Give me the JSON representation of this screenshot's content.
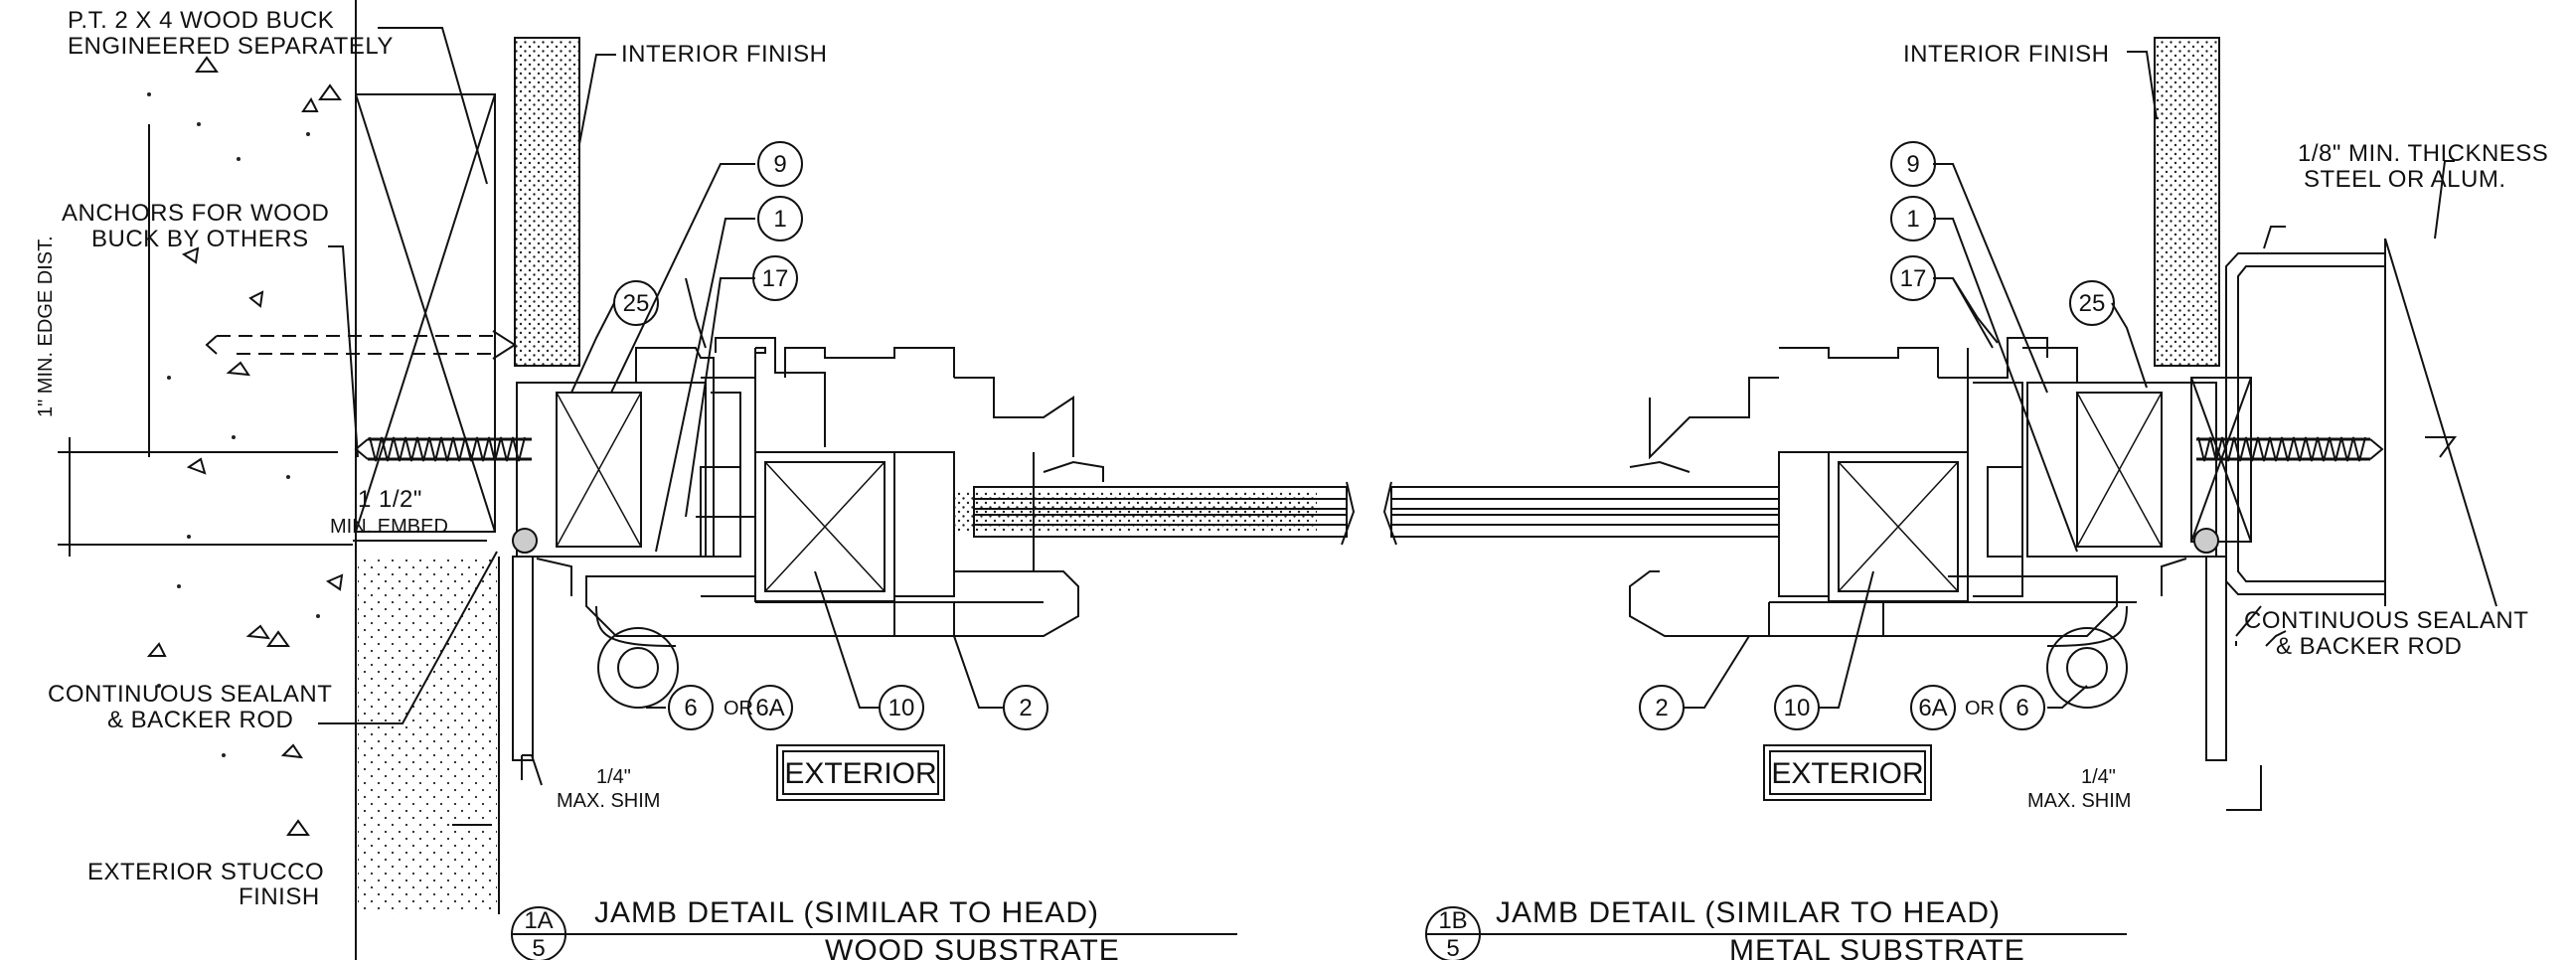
{
  "left": {
    "labels": {
      "wood_buck": [
        "P.T. 2 X 4 WOOD BUCK",
        "ENGINEERED SEPARATELY"
      ],
      "interior_finish": "INTERIOR FINISH",
      "anchors": [
        "ANCHORS FOR WOOD",
        "BUCK BY OTHERS"
      ],
      "edge_dist": "1\" MIN. EDGE DIST.",
      "embed": [
        "1 1/2\"",
        "MIN. EMBED"
      ],
      "sealant": [
        "CONTINUOUS SEALANT",
        "& BACKER ROD"
      ],
      "shim": [
        "1/4\"",
        "MAX. SHIM"
      ],
      "stucco": [
        "EXTERIOR STUCCO",
        "FINISH"
      ],
      "exterior": "EXTERIOR",
      "callouts": [
        "9",
        "1",
        "17",
        "25",
        "6",
        "6A",
        "10",
        "2"
      ],
      "or_word": "OR"
    },
    "title": {
      "code_top": "1A",
      "code_bottom": "5",
      "line1": "JAMB DETAIL (SIMILAR TO HEAD)",
      "line2": "WOOD SUBSTRATE"
    }
  },
  "right": {
    "labels": {
      "interior_finish": "INTERIOR FINISH",
      "steel": [
        "1/8\" MIN. THICKNESS",
        "STEEL OR ALUM."
      ],
      "sealant": [
        "CONTINUOUS SEALANT",
        "& BACKER ROD"
      ],
      "shim": [
        "1/4\"",
        "MAX. SHIM"
      ],
      "exterior": "EXTERIOR",
      "callouts": [
        "9",
        "1",
        "17",
        "25",
        "2",
        "10",
        "6A",
        "6"
      ],
      "or_word": "OR"
    },
    "title": {
      "code_top": "1B",
      "code_bottom": "5",
      "line1": "JAMB DETAIL (SIMILAR TO HEAD)",
      "line2": "METAL SUBSTRATE"
    }
  }
}
